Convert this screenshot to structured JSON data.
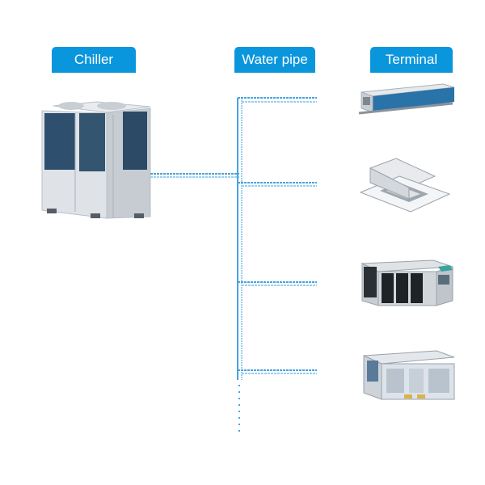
{
  "labels": {
    "chiller": "Chiller",
    "water_pipe": "Water pipe",
    "terminal": "Terminal"
  },
  "colors": {
    "label_bg": "#0a96dc",
    "label_text": "#ffffff",
    "pipe": "#4aa3e0",
    "pipe_light": "#9ccff0",
    "chiller_panel": "#2f4f6e",
    "chiller_body": "#dfe3e8",
    "equipment_gray": "#cfd4da",
    "duct_blue": "#2a73a8"
  },
  "equipment": {
    "source": {
      "name": "chiller-unit",
      "icon": "chiller-unit-icon"
    },
    "terminals": [
      {
        "name": "ducted-fan-coil",
        "icon": "ducted-fan-coil-icon"
      },
      {
        "name": "cassette-unit",
        "icon": "cassette-unit-icon"
      },
      {
        "name": "air-handling-unit",
        "icon": "air-handling-unit-icon"
      },
      {
        "name": "rooftop-ahu",
        "icon": "rooftop-ahu-icon"
      }
    ]
  }
}
